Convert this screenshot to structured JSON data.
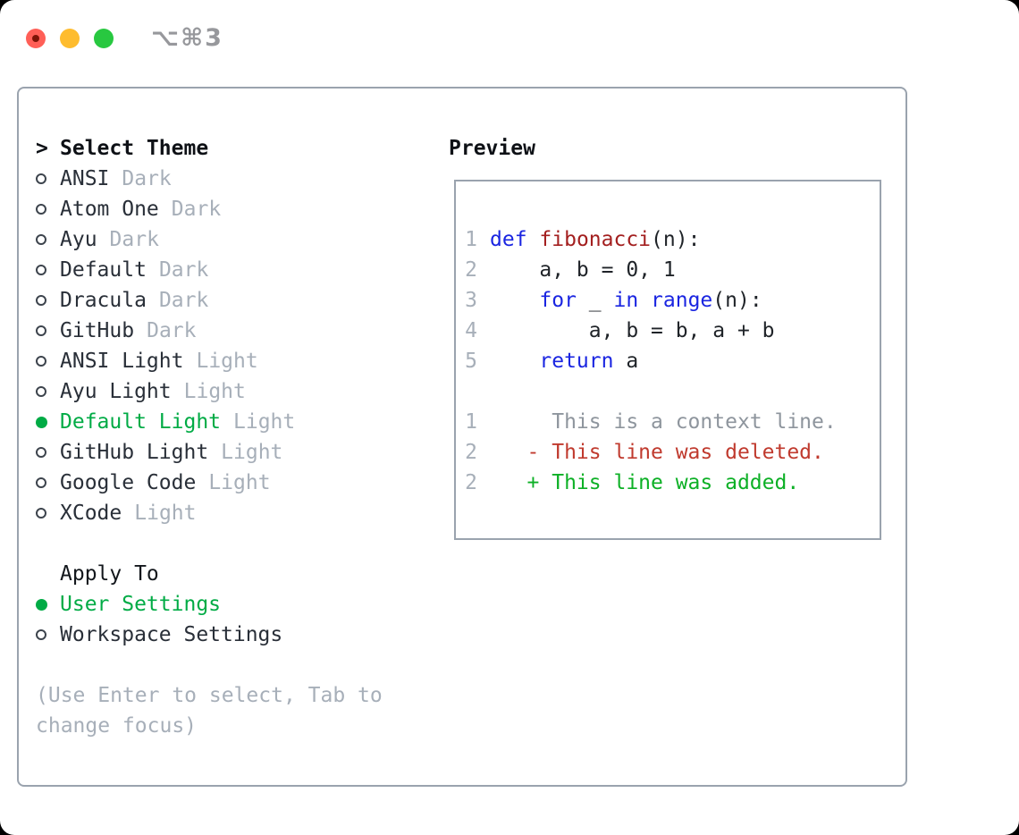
{
  "titlebar": {
    "shortcut": "⌥⌘3",
    "traffic_lights": [
      {
        "name": "close",
        "color": "#ff5f57",
        "has_dot": true
      },
      {
        "name": "minimize",
        "color": "#febc2e",
        "has_dot": false
      },
      {
        "name": "maximize",
        "color": "#28c840",
        "has_dot": false
      }
    ]
  },
  "select_theme": {
    "prefix": ">",
    "title": "Select Theme",
    "themes": [
      {
        "name": "ANSI",
        "variant": "Dark",
        "selected": false
      },
      {
        "name": "Atom One",
        "variant": "Dark",
        "selected": false
      },
      {
        "name": "Ayu",
        "variant": "Dark",
        "selected": false
      },
      {
        "name": "Default",
        "variant": "Dark",
        "selected": false
      },
      {
        "name": "Dracula",
        "variant": "Dark",
        "selected": false
      },
      {
        "name": "GitHub",
        "variant": "Dark",
        "selected": false
      },
      {
        "name": "ANSI Light",
        "variant": "Light",
        "selected": false
      },
      {
        "name": "Ayu Light",
        "variant": "Light",
        "selected": false
      },
      {
        "name": "Default Light",
        "variant": "Light",
        "selected": true
      },
      {
        "name": "GitHub Light",
        "variant": "Light",
        "selected": false
      },
      {
        "name": "Google Code",
        "variant": "Light",
        "selected": false
      },
      {
        "name": "XCode",
        "variant": "Light",
        "selected": false
      }
    ]
  },
  "apply_to": {
    "title": "Apply To",
    "options": [
      {
        "label": "User Settings",
        "selected": true
      },
      {
        "label": "Workspace Settings",
        "selected": false
      }
    ]
  },
  "help_text": "(Use Enter to select, Tab to change focus)",
  "preview": {
    "title": "Preview",
    "code_lines": [
      {
        "num": "1",
        "tokens": [
          [
            "def",
            "kw"
          ],
          [
            " ",
            "pl"
          ],
          [
            "fibonacci",
            "fn"
          ],
          [
            "(n):",
            "pl"
          ]
        ]
      },
      {
        "num": "2",
        "tokens": [
          [
            "    a, b = 0, 1",
            "pl"
          ]
        ]
      },
      {
        "num": "3",
        "tokens": [
          [
            "    ",
            "pl"
          ],
          [
            "for",
            "kw"
          ],
          [
            " _ ",
            "pl"
          ],
          [
            "in",
            "kw"
          ],
          [
            " ",
            "pl"
          ],
          [
            "range",
            "kw"
          ],
          [
            "(n):",
            "pl"
          ]
        ]
      },
      {
        "num": "4",
        "tokens": [
          [
            "        a, b = b, a + b",
            "pl"
          ]
        ]
      },
      {
        "num": "5",
        "tokens": [
          [
            "    ",
            "pl"
          ],
          [
            "return",
            "kw"
          ],
          [
            " a",
            "pl"
          ]
        ]
      }
    ],
    "diff_lines": [
      {
        "num": "1",
        "kind": "context",
        "text": "     This is a context line."
      },
      {
        "num": "2",
        "kind": "deleted",
        "text": "   - This line was deleted."
      },
      {
        "num": "2",
        "kind": "added",
        "text": "   + This line was added."
      }
    ]
  },
  "colors": {
    "selected": "#00ab45",
    "keyword": "#1a25e1",
    "function": "#a31f1f",
    "deleted": "#c03a2e",
    "added": "#0db026",
    "muted": "#a7afb9",
    "context": "#8e959d",
    "border": "#9aa3ae"
  }
}
